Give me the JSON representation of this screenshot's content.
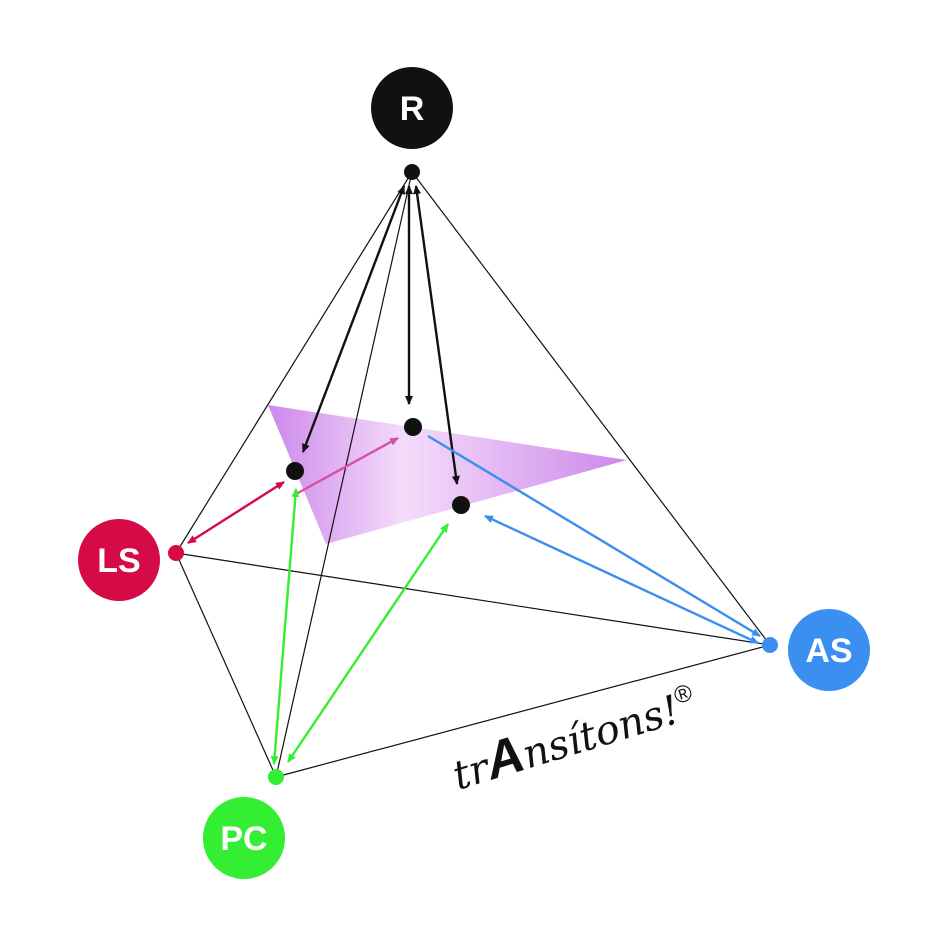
{
  "nodes": {
    "r": {
      "label": "R",
      "color": "#111111"
    },
    "ls": {
      "label": "LS",
      "color": "#D50A46"
    },
    "as": {
      "label": "AS",
      "color": "#3A8FF0"
    },
    "pc": {
      "label": "PC",
      "color": "#33EE33"
    }
  },
  "plane_colors": {
    "edge": "#C77BE8",
    "center": "#F3D8FA"
  },
  "brand": {
    "prefix": "tr",
    "big_letter": "A",
    "suffix": "nsítons!",
    "mark": "®"
  }
}
